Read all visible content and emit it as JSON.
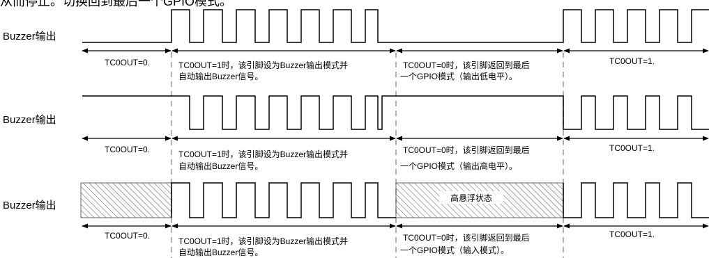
{
  "title_fragment": "从而停止。切换回到最后一个GPIO模式。",
  "rows": [
    {
      "label": "Buzzer输出",
      "segments": [
        {
          "label": "TC0OUT=0."
        },
        {
          "note_line1": "TC0OUT=1时，该引脚设为Buzzer输出模式并",
          "note_line2": "自动输出Buzzer信号。"
        },
        {
          "note_line1": "TC0OUT=0时，该引脚返回到最后",
          "note_line2": "一个GPIO模式（输出低电平）。"
        },
        {
          "label": "TC0OUT=1."
        }
      ]
    },
    {
      "label": "Buzzer输出",
      "segments": [
        {
          "label": "TC0OUT=0."
        },
        {
          "note_line1": "TC0OUT=1时，该引脚设为Buzzer输出模式并",
          "note_line2": "自动输出Buzzer信号。"
        },
        {
          "note_line1": "TC0OUT=0时，该引脚返回到最后",
          "note_line2": "一个GPIO模式（输出高电平）。"
        },
        {
          "label": "TC0OUT=1."
        }
      ]
    },
    {
      "label": "Buzzer输出",
      "hatch_label": "高悬浮状态",
      "segments": [
        {
          "label": "TC0OUT=0."
        },
        {
          "note_line1": "TC0OUT=1时，该引脚设为Buzzer输出模式并",
          "note_line2": "自动输出Buzzer信号。"
        },
        {
          "note_line1": "TC0OUT=0时，该引脚返回到最后",
          "note_line2": "一个GPIO模式（输入模式）。"
        },
        {
          "label": "TC0OUT=1."
        }
      ]
    }
  ]
}
